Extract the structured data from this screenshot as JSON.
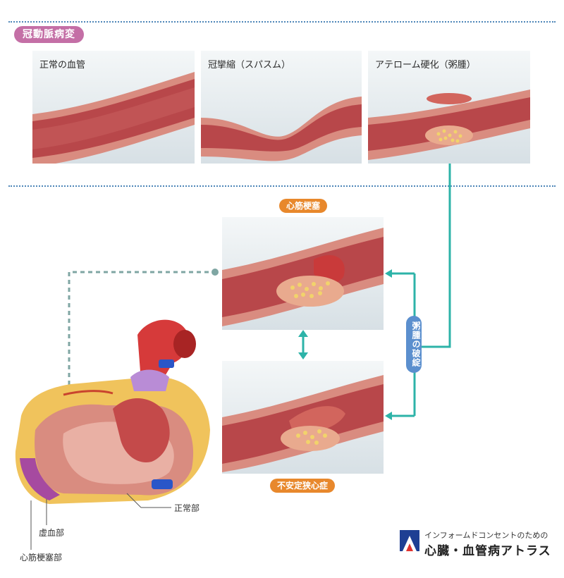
{
  "section": {
    "title": "冠動脈病変"
  },
  "panels": {
    "normal": "正常の血管",
    "spasm": "冠攣縮（スパスム）",
    "atherosclerosis": "アテローム硬化（粥腫）"
  },
  "outcomes": {
    "infarction": "心筋梗塞",
    "unstable_angina": "不安定狭心症"
  },
  "rupture_label": "粥腫の破綻",
  "heart_labels": {
    "normal_part": "正常部",
    "ischemic_part": "虚血部",
    "infarct_part": "心筋梗塞部"
  },
  "brand": {
    "subtitle": "インフォームドコンセントのための",
    "title": "心臓・血管病アトラス"
  },
  "colors": {
    "section_badge": "#c46fa6",
    "outcome_badge": "#e8882c",
    "rupture_badge": "#5b8fce",
    "connector": "#2db3a8",
    "vessel_wall": "#d98c80",
    "lumen": "#b8474a",
    "plaque": "#f2d36b"
  }
}
